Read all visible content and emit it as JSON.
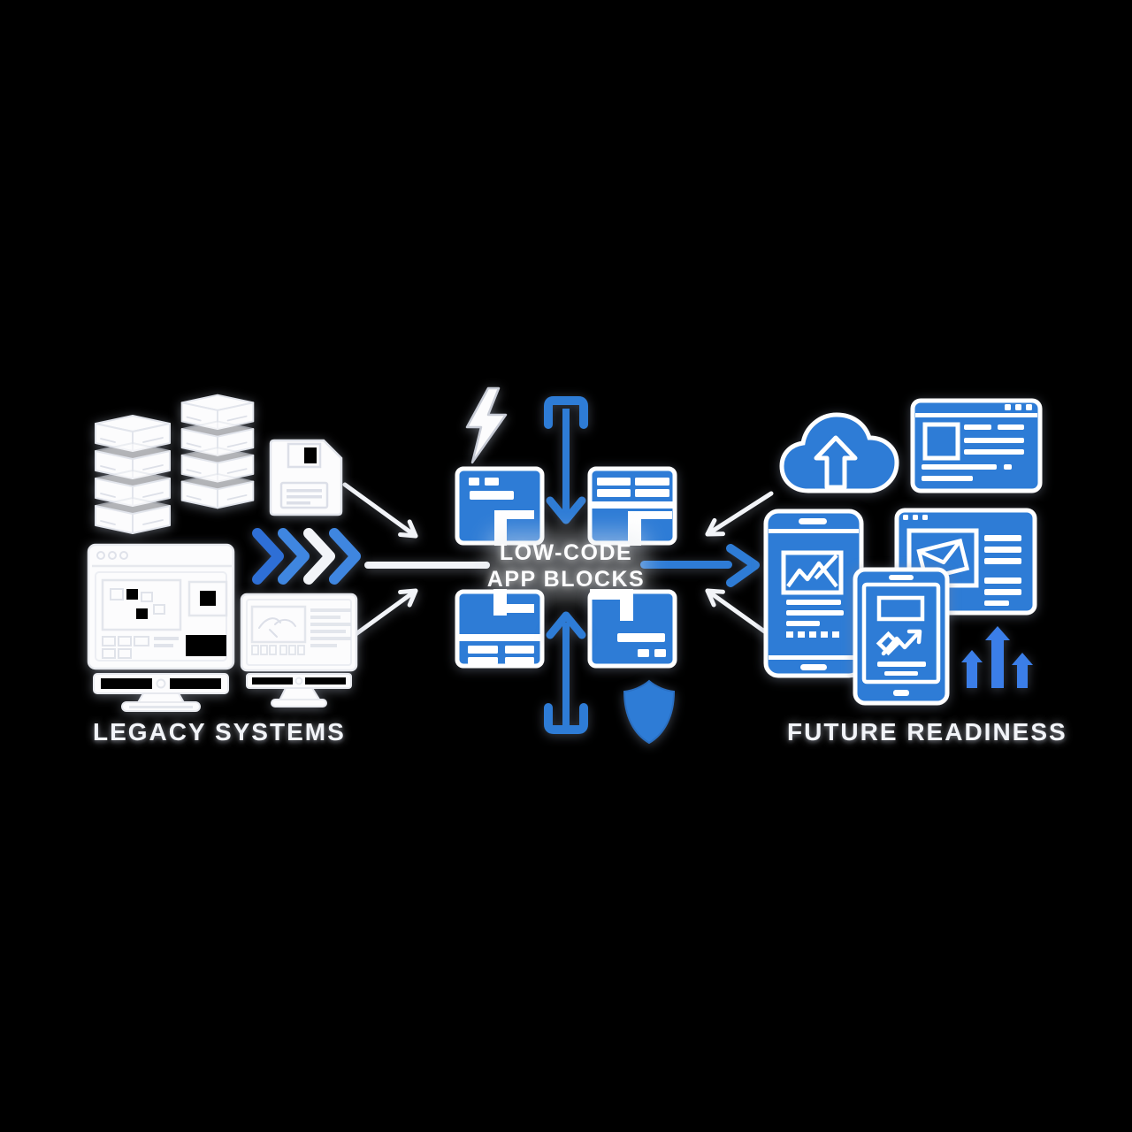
{
  "title": "Legacy systems to low-code app blocks to future readiness diagram",
  "colors": {
    "bg": "#000000",
    "blue": "#2e7cd6",
    "blue-bright": "#3b7ee8",
    "white-icon": "#fcfcfd",
    "icon-line": "#e2e5ec",
    "label": "#f2f4f8"
  },
  "left_group": {
    "label": "LEGACY SYSTEMS",
    "chevron_colors": [
      "#2e6fd6",
      "#3f86e0",
      "#f2f4f8",
      "#3f86e0"
    ],
    "icons": [
      "server-rack",
      "server-rack",
      "floppy-disk",
      "legacy-monitor-window",
      "legacy-monitor-dashboard",
      "fast-forward-chevrons"
    ]
  },
  "center_group": {
    "label_line1": "LOW-CODE",
    "label_line2": "APP BLOCKS",
    "icons": [
      "lightning-bolt",
      "app-block-top-left",
      "app-block-top-right",
      "app-block-bottom-left",
      "app-block-bottom-right",
      "arrow-down",
      "arrow-up",
      "shield"
    ]
  },
  "right_group": {
    "label": "FUTURE READINESS",
    "icons": [
      "cloud-upload",
      "browser-window",
      "smartphone-app",
      "browser-mail",
      "tablet-sync",
      "growth-arrows"
    ]
  }
}
